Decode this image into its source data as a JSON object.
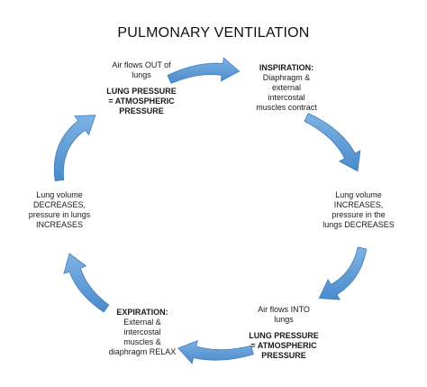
{
  "title": "PULMONARY VENTILATION",
  "colors": {
    "arrow_fill": "#5b9bd5",
    "arrow_edge": "#3f7fbf",
    "text": "#1a1a1a"
  },
  "nodes": {
    "top_left": {
      "line1": "Air flows OUT of",
      "line2": "lungs",
      "bold1": "LUNG PRESSURE",
      "bold2": "= ATMOSPHERIC",
      "bold3": "PRESSURE"
    },
    "top_right": {
      "heading": "INSPIRATION:",
      "line1": "Diaphragm  &",
      "line2": "external",
      "line3": "intercostal",
      "line4": "muscles contract"
    },
    "right": {
      "line1": "Lung volume",
      "line2": "INCREASES,",
      "line3": "pressure  in the",
      "line4": "lungs  DECREASES"
    },
    "bottom_right": {
      "line1": "Air flows INTO",
      "line2": "lungs",
      "bold1": "LUNG PRESSURE",
      "bold2": "= ATMOSPHERIC",
      "bold3": "PRESSURE"
    },
    "bottom_left": {
      "heading": "EXPIRATION:",
      "line1": "External  &",
      "line2": "intercostal",
      "line3": "muscles  &",
      "line4": "diaphragm  RELAX"
    },
    "left": {
      "line1": "Lung volume",
      "line2": "DECREASES,",
      "line3": "pressure  in lungs",
      "line4": "INCREASES"
    }
  }
}
